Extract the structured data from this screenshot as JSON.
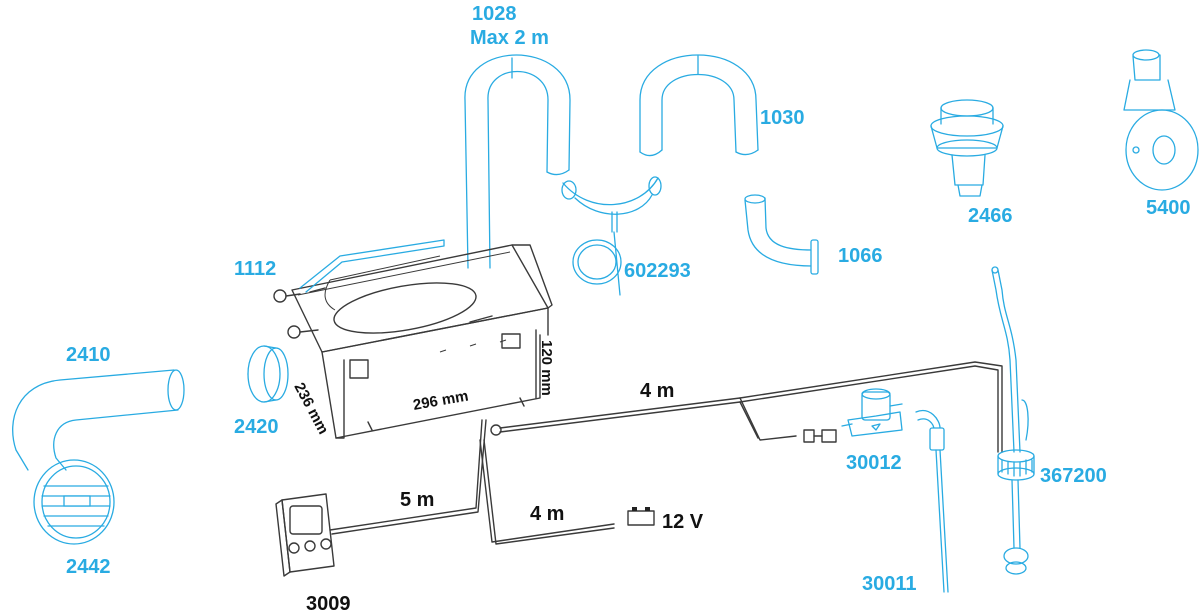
{
  "labels": {
    "p1028": "1028",
    "max2m": "Max 2 m",
    "p1030": "1030",
    "p2466": "2466",
    "p5400": "5400",
    "p602293": "602293",
    "p1066": "1066",
    "p1112": "1112",
    "p2410": "2410",
    "p2420": "2420",
    "p2442": "2442",
    "p3009": "3009",
    "p30012": "30012",
    "p30011": "30011",
    "p367200": "367200",
    "len4m_top": "4 m",
    "len5m": "5 m",
    "len4m_bottom": "4 m",
    "voltage": "12 V",
    "dim_width": "296 mm",
    "dim_depth": "236 mm",
    "dim_height": "120 mm"
  },
  "colors": {
    "part_label": "#29abe2",
    "measure_label": "#111111"
  }
}
